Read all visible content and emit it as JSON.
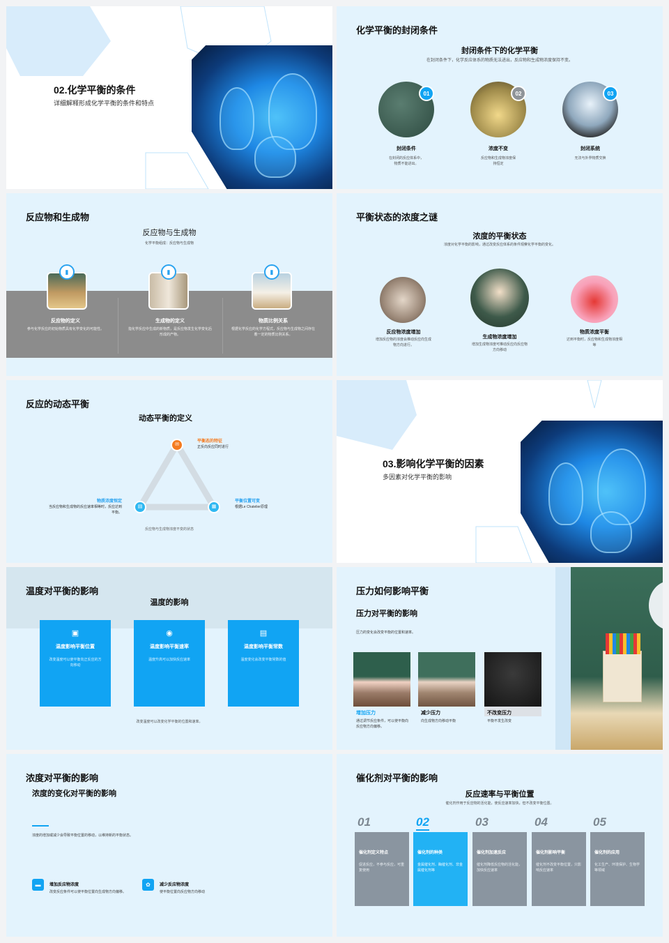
{
  "slide1": {
    "title": "02.化学平衡的条件",
    "subtitle": "详细解释形成化学平衡的条件和特点"
  },
  "slide2": {
    "title": "化学平衡的封闭条件",
    "heading": "封闭条件下的化学平衡",
    "desc": "在封闭条件下，化学反应体系的物质无法进出，反应物和生成物浓度保持不变。",
    "items": [
      {
        "num": "01",
        "name": "封闭条件",
        "desc": "在封闭的反应体系中，物质不能进出。",
        "color": "#11a4f3"
      },
      {
        "num": "02",
        "name": "浓度不变",
        "desc": "反应物和生成物浓度保持恒定",
        "color": "#8f9499"
      },
      {
        "num": "03",
        "name": "封闭系统",
        "desc": "无法与外界物质交换",
        "color": "#11a4f3"
      }
    ]
  },
  "slide3": {
    "title": "反应物和生成物",
    "heading": "反应物与生成物",
    "desc": "化学平衡组成：反应物与生成物",
    "items": [
      {
        "name": "反应物的定义",
        "desc": "参与化学反应的初始物质具有化学变化的可能性。"
      },
      {
        "name": "生成物的定义",
        "desc": "指化学反应中生成的新物质，是反应物发生化学变化后形成的产物。"
      },
      {
        "name": "物质比例关系",
        "desc": "根据化学反应的化学方程式，反应物与生成物之间存在着一定的物质比例关系。"
      }
    ]
  },
  "slide4": {
    "title": "平衡状态的浓度之谜",
    "heading": "浓度的平衡状态",
    "desc": "浓度对化学平衡的影响，通过改变反应体系的条件观察化学平衡的变化。",
    "items": [
      {
        "name": "反应物浓度增加",
        "desc": "增加反应物的浓度会推动反应向生成物方向进行。"
      },
      {
        "name": "生成物浓度增加",
        "desc": "增加生成物浓度可推动反应向反应物方向移动"
      },
      {
        "name": "物质浓度平衡",
        "desc": "达到平衡时，反应物和生成物浓度相等"
      }
    ]
  },
  "slide5": {
    "title": "反应的动态平衡",
    "heading": "动态平衡的定义",
    "top": {
      "name": "平衡态的特征",
      "desc": "正反向反应同时进行"
    },
    "left": {
      "name": "物质浓度恒定",
      "desc": "当反应物和生成物的反应速率相等时，反应达到平衡。"
    },
    "right": {
      "name": "平衡位置可变",
      "desc": "根据Le Chatelier原理"
    },
    "footer": "反应物与生成物浓度不变的状态"
  },
  "slide6": {
    "title": "03.影响化学平衡的因素",
    "subtitle": "多因素对化学平衡的影响"
  },
  "slide7": {
    "title": "温度对平衡的影响",
    "heading": "温度的影响",
    "cards": [
      {
        "name": "温度影响平衡位置",
        "desc": "改变温度可以使平衡向正反应的方向移动"
      },
      {
        "name": "温度影响平衡速率",
        "desc": "温度升高可以加快反应速率"
      },
      {
        "name": "温度影响平衡常数",
        "desc": "温度变化会改变平衡常数的值"
      }
    ],
    "footer": "改变温度可以改变化学平衡的位置和速率。"
  },
  "slide8": {
    "title": "压力如何影响平衡",
    "heading": "压力对平衡的影响",
    "desc": "压力的变化会改变平衡的位置和速率。",
    "items": [
      {
        "name": "增加压力",
        "desc": "通过调节反应条件，可以使平衡向反应物方向偏移。",
        "color": "#11a4f3"
      },
      {
        "name": "减少压力",
        "desc": "向生成物方向移动平衡",
        "color": "#111"
      },
      {
        "name": "不改变压力",
        "desc": "平衡不发生改变",
        "color": "#111"
      }
    ]
  },
  "slide9": {
    "title": "浓度对平衡的影响",
    "heading": "浓度的变化对平衡的影响",
    "desc": "浓度的增加或减少会导致平衡位置的移动，以维持新的平衡状态。",
    "items": [
      {
        "name": "增加反应物浓度",
        "desc": "改变反应条件可以使平衡位置向生成物方向偏移。"
      },
      {
        "name": "减少反应物浓度",
        "desc": "使平衡位置向反应物方向移动"
      }
    ]
  },
  "slide10": {
    "title": "催化剂对平衡的影响",
    "heading": "反应速率与平衡位置",
    "desc": "催化剂作用于反应物的活化能，使反应速率加快，但不改变平衡位置。",
    "items": [
      {
        "num": "01",
        "name": "催化剂定义特点",
        "desc": "促进反应，不参与反应，可重复使用"
      },
      {
        "num": "02",
        "name": "催化剂的种类",
        "desc": "金属催化剂、酶催化剂、非金属催化剂等"
      },
      {
        "num": "03",
        "name": "催化剂加速反应",
        "desc": "催化剂降低反应物的活化能，加快反应速率"
      },
      {
        "num": "04",
        "name": "催化剂影响平衡",
        "desc": "催化剂不改变平衡位置，只影响反应速率"
      },
      {
        "num": "05",
        "name": "催化剂的应用",
        "desc": "化工生产、环境保护、生物学等领域"
      }
    ]
  },
  "colors": {
    "accent": "#11a4f3",
    "orange": "#f47b20",
    "gray": "#8a9098",
    "bg": "#e3f3fd"
  }
}
